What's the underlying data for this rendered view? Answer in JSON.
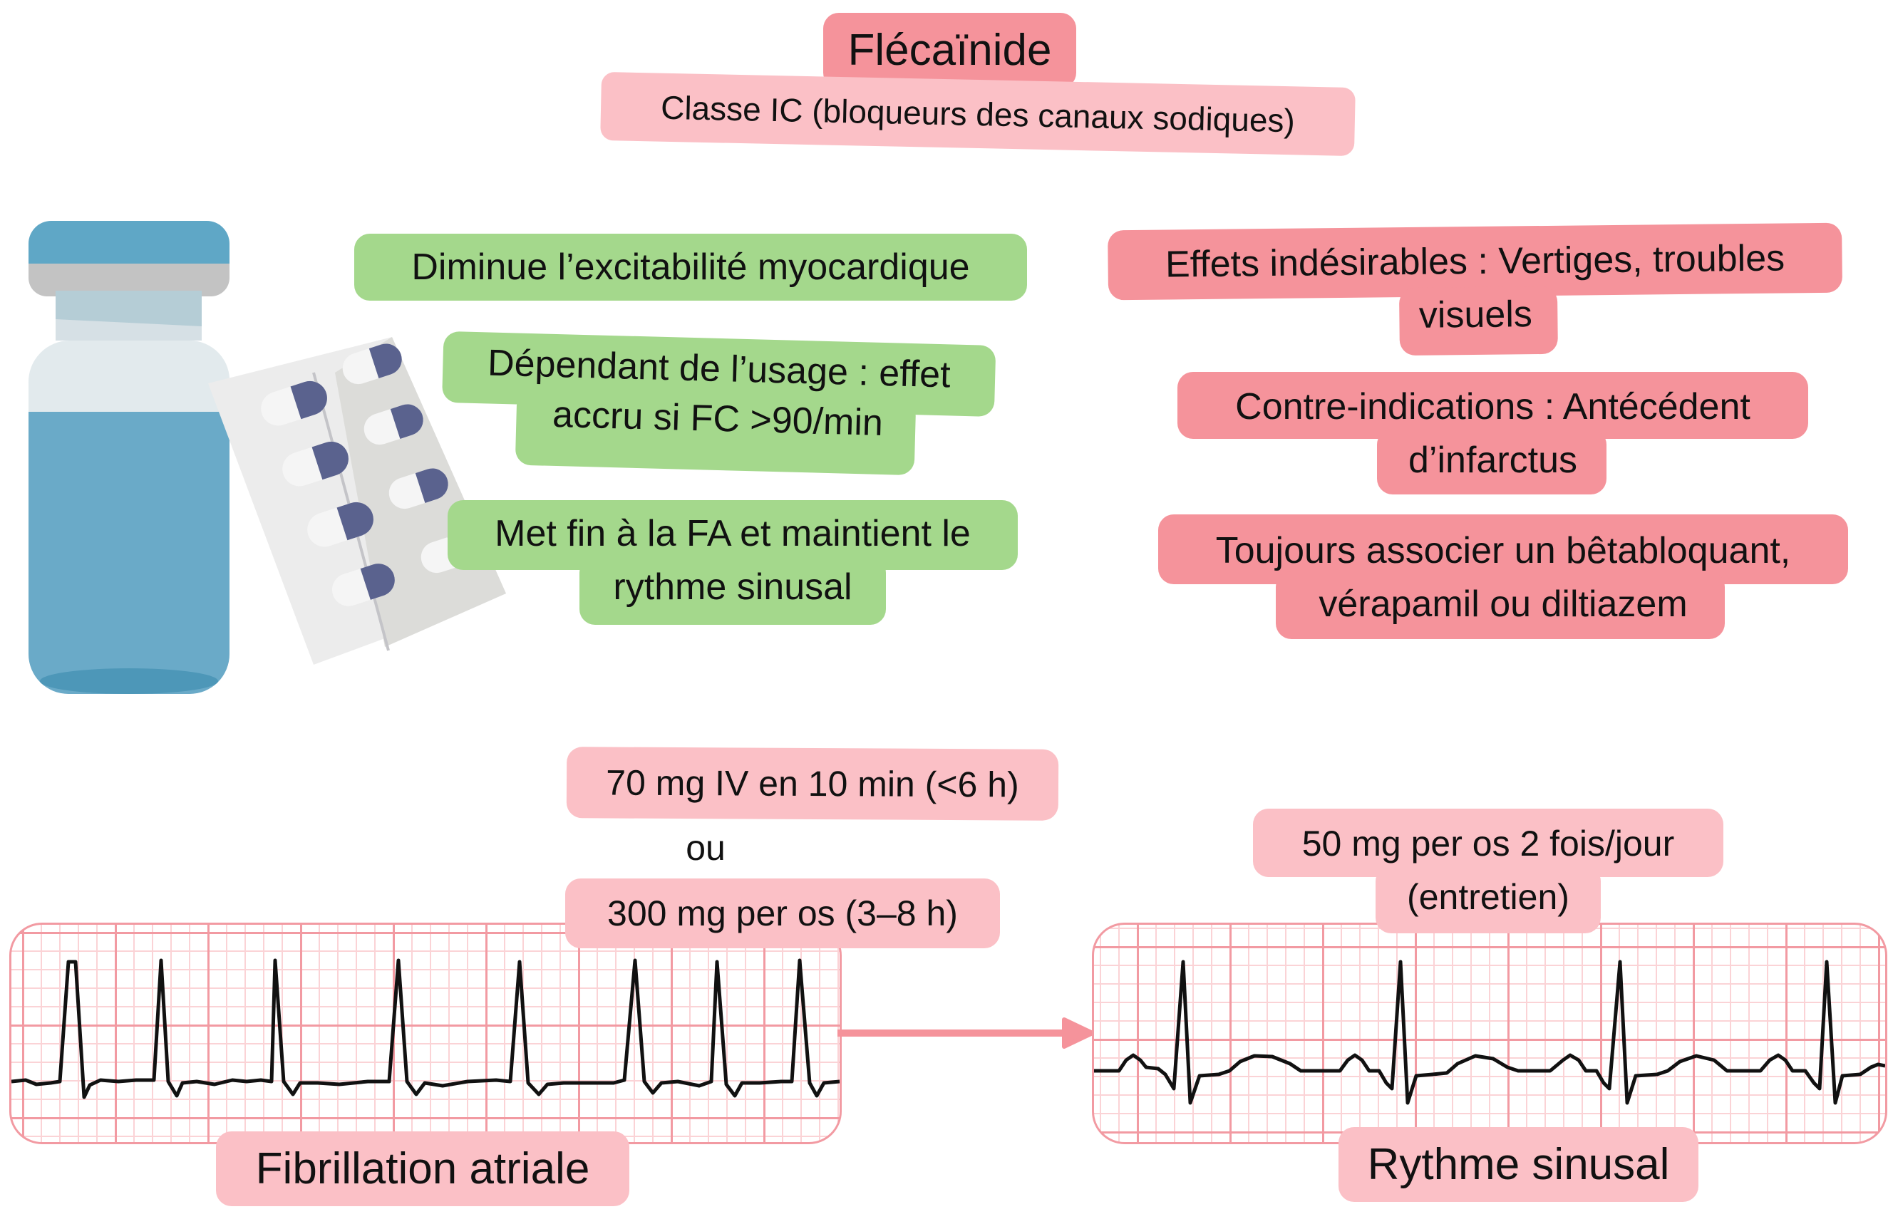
{
  "header": {
    "title": "Flécaïnide",
    "subtitle": "Classe IC (bloqueurs des canaux sodiques)"
  },
  "mechanisms": [
    {
      "lines": [
        "Diminue l’excitabilité myocardique"
      ]
    },
    {
      "lines": [
        "Dépendant de l’usage : effet",
        "accru si FC >90/min"
      ]
    },
    {
      "lines": [
        "Met fin à la FA et maintient le",
        "rythme sinusal"
      ]
    }
  ],
  "warnings": [
    {
      "lines": [
        "Effets indésirables : Vertiges, troubles",
        "visuels"
      ]
    },
    {
      "lines": [
        "Contre-indications : Antécédent",
        "d’infarctus"
      ]
    },
    {
      "lines": [
        "Toujours associer un bêtabloquant,",
        "vérapamil ou diltiazem"
      ]
    }
  ],
  "dosing": {
    "acute_iv": "70 mg IV en 10 min (<6 h)",
    "or": "ou",
    "acute_oral": "300 mg per os (3–8 h)",
    "maintenance": [
      "50 mg per os 2 fois/jour",
      "(entretien)"
    ]
  },
  "ecg": {
    "before_label": "Fibrillation atriale",
    "after_label": "Rythme sinusal"
  },
  "illustrations": {
    "vial": "medicine-vial-icon",
    "blister": "pill-blister-pack-icon",
    "arrow": "arrow-right-icon"
  },
  "colors": {
    "title_bg": "#f5939b",
    "subtitle_bg": "#fbc0c6",
    "mechanism_bg": "#a4d88c",
    "warning_bg": "#f5939b",
    "dose_bg": "#fbc0c6",
    "ecg_grid": "#f29aa2",
    "vial_blue": "#6aaac8",
    "pill_blue": "#5a628e"
  }
}
